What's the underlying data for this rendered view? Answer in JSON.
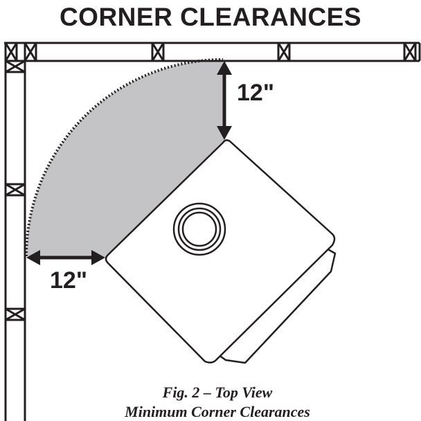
{
  "title": "CORNER CLEARANCES",
  "dimensions": {
    "top_clearance": "12\"",
    "side_clearance": "12\""
  },
  "caption": {
    "line1": "Fig. 2 – Top View",
    "line2": "Minimum Corner Clearances"
  },
  "colors": {
    "ink": "#231f20",
    "clearance_zone": "#c4c4c6",
    "background": "#ffffff"
  }
}
